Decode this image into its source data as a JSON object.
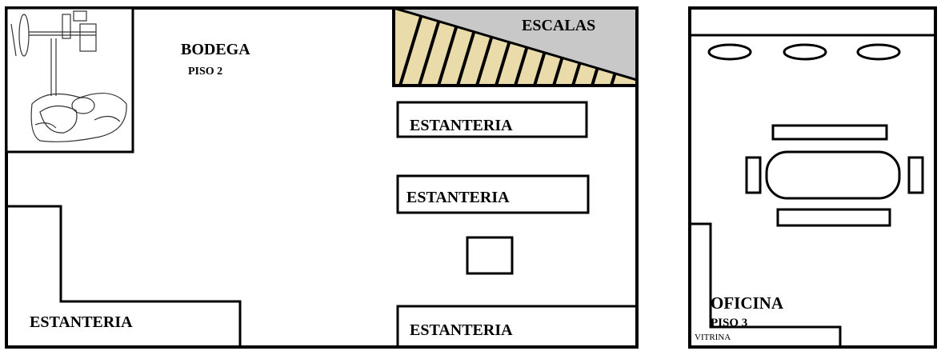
{
  "floor2": {
    "title": "BODEGA",
    "subtitle": "PISO 2",
    "stairs_label": "ESCALAS",
    "shelves": [
      "ESTANTERIA",
      "ESTANTERIA",
      "ESTANTERIA",
      "ESTANTERIA"
    ]
  },
  "floor3": {
    "title": "OFICINA",
    "subtitle": "PISO 3",
    "display_case_label": "VITRINA"
  },
  "colors": {
    "stairs_hatch": "#eadcaa",
    "stairs_landing": "#c8c8c8",
    "walls": "#000000"
  },
  "icons": [
    "machine-sketch-icon"
  ]
}
